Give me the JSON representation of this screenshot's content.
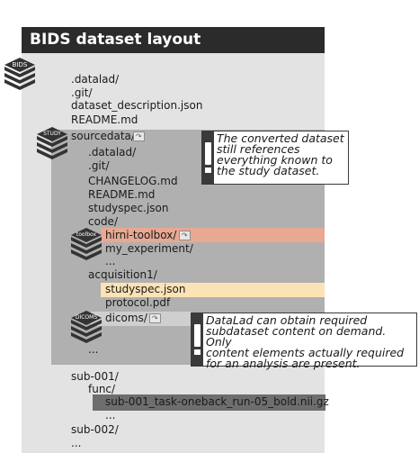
{
  "title": "BIDS dataset layout",
  "icons": {
    "bids": "BIDS",
    "study": "STUDY",
    "toolbox": "toolbox",
    "dicoms": "DICOMS"
  },
  "subdataset_marker": "↷",
  "tree": {
    "root": [
      ".datalad/",
      ".git/",
      "dataset_description.json",
      "README.md"
    ],
    "sourcedata": "sourcedata/",
    "sourcedata_items": [
      ".datalad/",
      ".git/",
      "CHANGELOG.md",
      "README.md",
      "studyspec.json",
      "code/"
    ],
    "hirni_toolbox": "hirni-toolbox/",
    "my_experiment": "my_experiment/",
    "ellipsis_code": "...",
    "acquisition1": "acquisition1/",
    "studyspec": "studyspec.json",
    "protocol": "protocol.pdf",
    "dicoms": "dicoms/",
    "ellipsis_source": "...",
    "sub001": "sub-001/",
    "func": "func/",
    "bold_file": "sub-001_task-oneback_run-05_bold.nii.gz",
    "ellipsis_func": "...",
    "sub002": "sub-002/",
    "ellipsis_end": "..."
  },
  "callouts": {
    "study": "The converted dataset\nstill references\neverything known to\nthe study dataset.",
    "datalad": "DataLad can obtain required\nsubdataset content on demand. Only\ncontent elements actually required\nfor an analysis are present."
  },
  "colors": {
    "title_bg": "#2b2b2b",
    "panel_bg": "#e3e3e3",
    "sourcedata_bg": "#b0b0b0",
    "toolbox_highlight": "#e8a892",
    "studyspec_highlight": "#fbe3b5",
    "bold_highlight": "#6e6e6e",
    "icon_dark": "#333333"
  }
}
